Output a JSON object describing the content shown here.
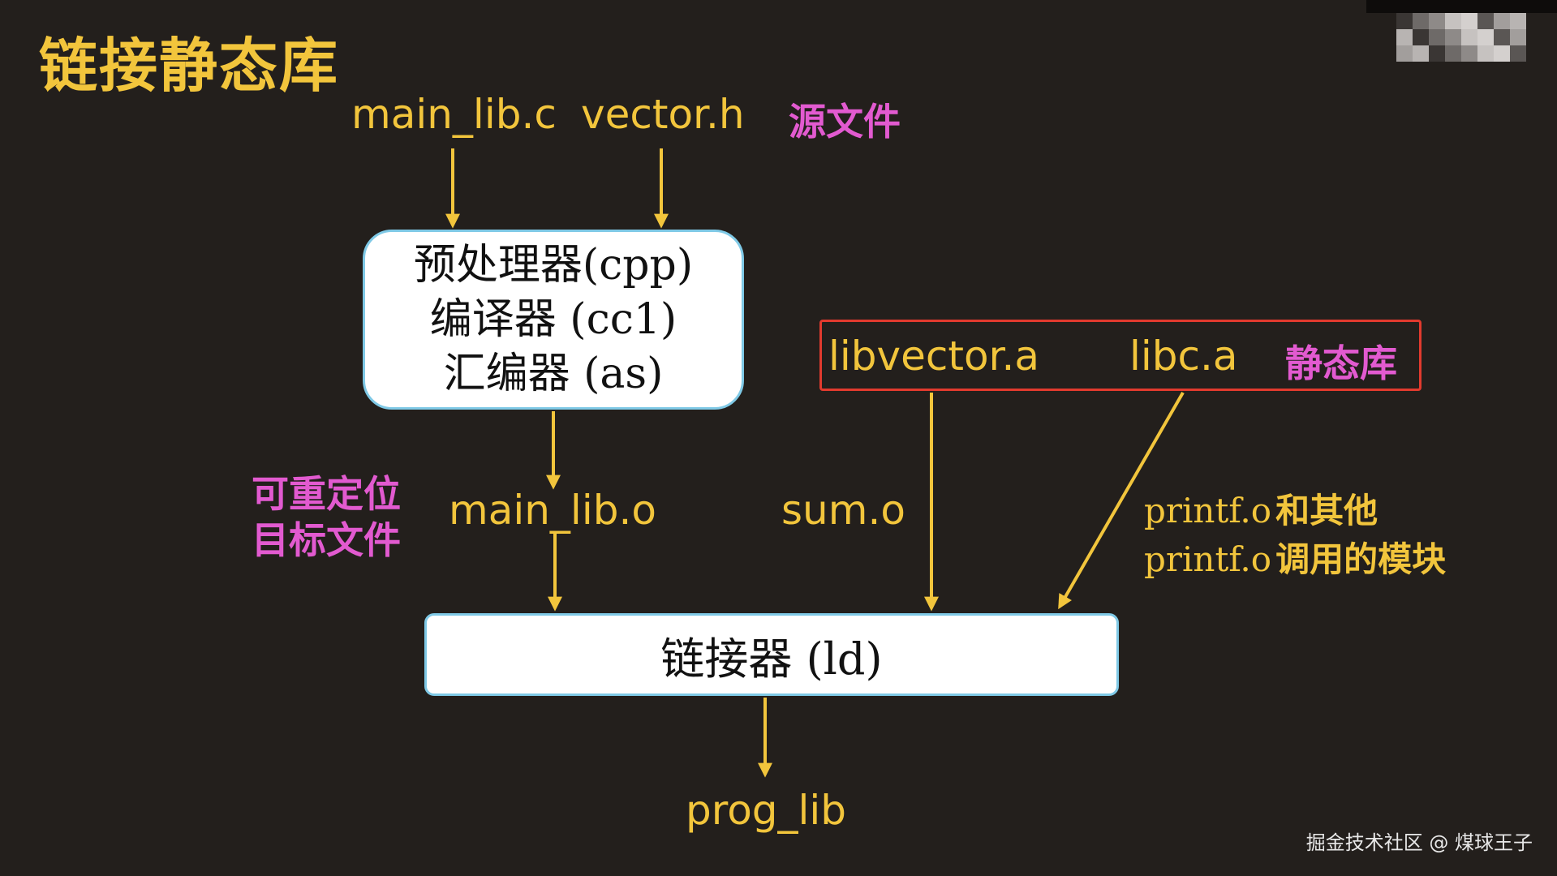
{
  "slide": {
    "title": "链接静态库"
  },
  "sources": {
    "file1": "main_lib.c",
    "file2": "vector.h",
    "label": "源文件"
  },
  "compiler_box": {
    "line1": "预处理器(cpp)",
    "line2": "编译器 (cc1)",
    "line3": "汇编器 (as)"
  },
  "static_libs": {
    "lib1": "libvector.a",
    "lib2": "libc.a",
    "label": "静态库"
  },
  "relocatable": {
    "label_line1": "可重定位",
    "label_line2": "目标文件",
    "obj1": "main_lib.o",
    "obj2": "sum.o"
  },
  "printf_note": {
    "line1_code": "printf.o",
    "line1_text": "和其他",
    "line2_code": "printf.o",
    "line2_text": "调用的模块"
  },
  "linker_box": {
    "label": "链接器 (ld)"
  },
  "output": {
    "label": "prog_lib"
  },
  "footer": {
    "watermark": "掘金技术社区 @ 煤球王子"
  },
  "colors": {
    "background": "#231f1c",
    "yellow": "#f2c53c",
    "pink": "#e25ad0",
    "red_border": "#e23a2e",
    "box_border": "#7fc9e6"
  }
}
